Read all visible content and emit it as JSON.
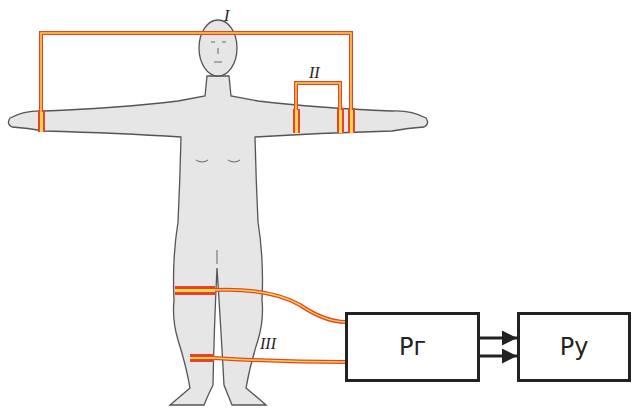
{
  "diagram": {
    "nodes": [
      {
        "text": [
          "Рг"
        ]
      },
      {
        "text": [
          "Ру"
        ]
      }
    ],
    "edges": [
      {
        "from": 0,
        "to": 1,
        "arrow": "to"
      },
      {
        "from": 0,
        "to": 1,
        "arrow": "to"
      }
    ],
    "labels": [
      "I",
      "II",
      "III"
    ]
  }
}
